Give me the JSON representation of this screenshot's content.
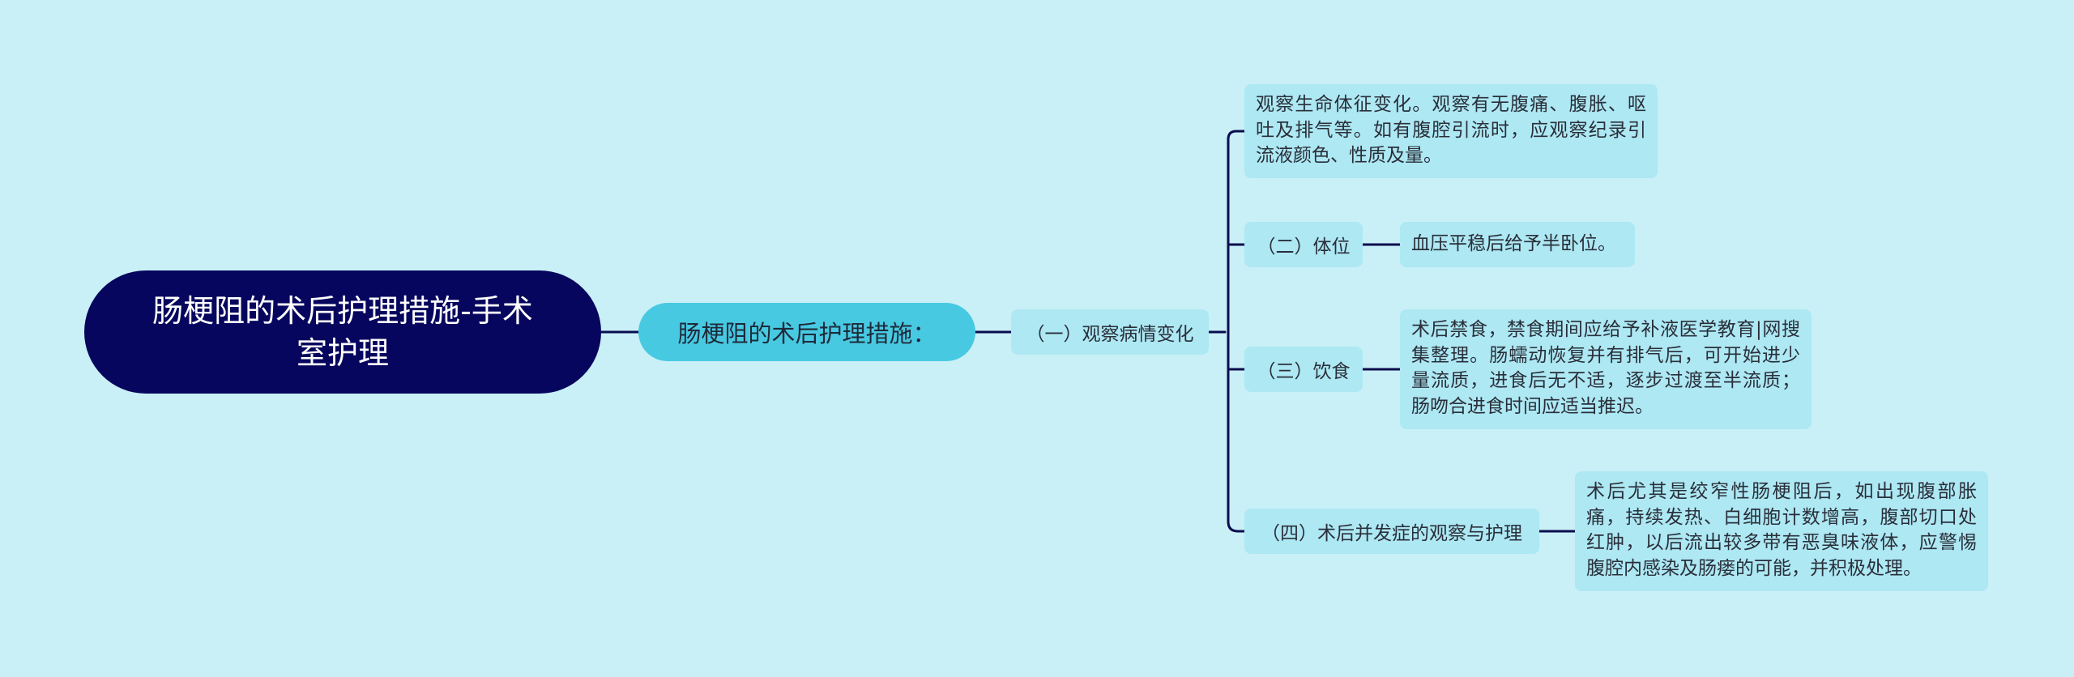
{
  "root": {
    "label": "肠梗阻的术后护理措施-手术室护理"
  },
  "branch": {
    "label": "肠梗阻的术后护理措施："
  },
  "topic": {
    "label": "（一）观察病情变化",
    "note": "观察生命体征变化。观察有无腹痛、腹胀、呕吐及排气等。如有腹腔引流时，应观察纪录引流液颜色、性质及量。"
  },
  "subtopics": [
    {
      "label": "（二）体位",
      "detail": "血压平稳后给予半卧位。"
    },
    {
      "label": "（三）饮食",
      "detail": "术后禁食，禁食期间应给予补液医学教育|网搜集整理。肠蠕动恢复并有排气后，可开始进少量流质，进食后无不适，逐步过渡至半流质；肠吻合进食时间应适当推迟。"
    },
    {
      "label": "（四）术后并发症的观察与护理",
      "detail": "术后尤其是绞窄性肠梗阻后，如出现腹部胀痛，持续发热、白细胞计数增高，腹部切口处红肿，以后流出较多带有恶臭味液体，应警惕腹腔内感染及肠瘘的可能，并积极处理。"
    }
  ],
  "colors": {
    "background": "#c9f0f6",
    "root_fill": "#07065e",
    "branch_fill": "#48c9e2",
    "node_fill": "#ade8f3",
    "connector": "#0b0d4f"
  }
}
